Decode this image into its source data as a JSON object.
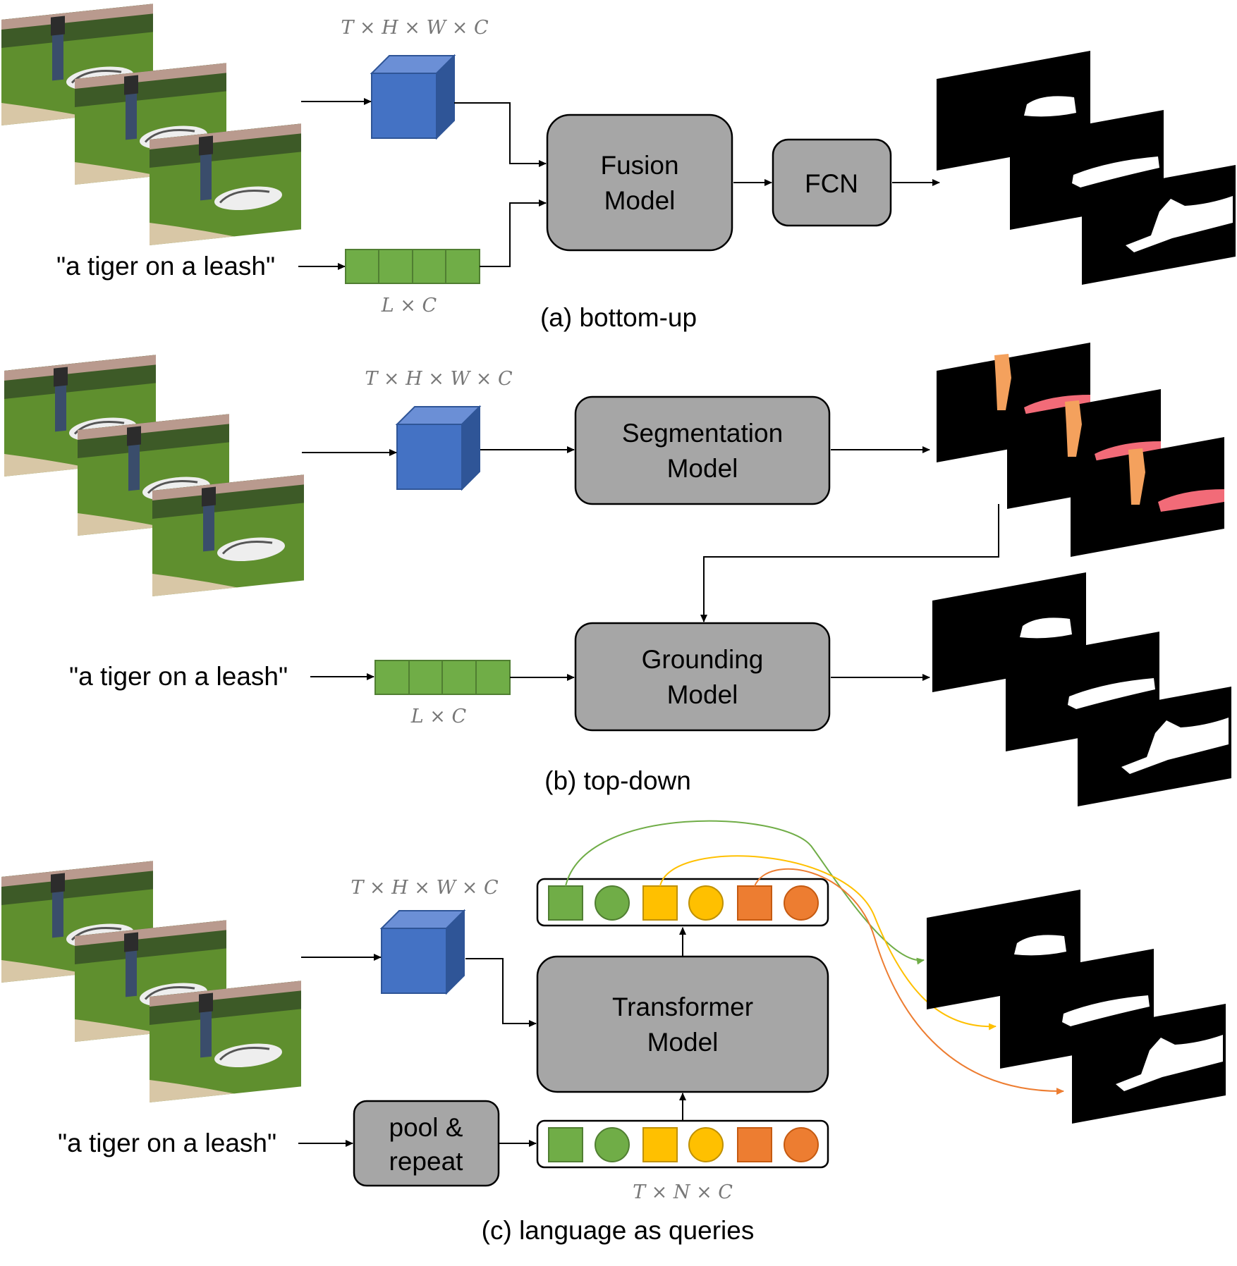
{
  "panel_a": {
    "caption": "(a) bottom-up",
    "video_dim": "T × H × W × C",
    "text_dim": "L × C",
    "query": "\"a tiger on a leash\"",
    "fusion_line1": "Fusion",
    "fusion_line2": "Model",
    "fcn": "FCN"
  },
  "panel_b": {
    "caption": "(b) top-down",
    "video_dim": "T × H × W × C",
    "text_dim": "L × C",
    "query": "\"a tiger on a leash\"",
    "seg_line1": "Segmentation",
    "seg_line2": "Model",
    "ground_line1": "Grounding",
    "ground_line2": "Model"
  },
  "panel_c": {
    "caption": "(c) language as queries",
    "video_dim": "T × H × W × C",
    "query_dim": "T × N × C",
    "query": "\"a tiger on a leash\"",
    "pool_line1": "pool &",
    "pool_line2": "repeat",
    "trans_line1": "Transformer",
    "trans_line2": "Model"
  },
  "colors": {
    "box_fill": "#a6a6a6",
    "cube_front": "#4472c4",
    "cube_top": "#6b8fd6",
    "cube_side": "#2f5597",
    "token_green": "#70ad47",
    "query_green": "#70ad47",
    "query_yellow": "#ffc000",
    "query_orange": "#ed7d31",
    "person_mask": "#f4a15d",
    "tiger_mask": "#f26b78"
  }
}
